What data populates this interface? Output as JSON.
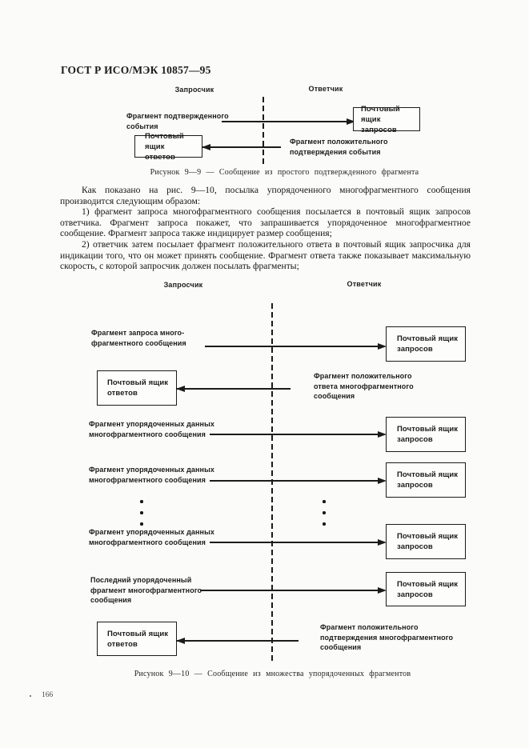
{
  "page": {
    "header": "ГОСТ Р ИСО/МЭК 10857—95",
    "page_number": "166",
    "ink_color": "#1b1b1b",
    "paper_color": "#fbfbf9"
  },
  "figure_9_9": {
    "requester_header": "Запросчик",
    "responder_header": "Ответчик",
    "confirmed_event_label": "Фрагмент подтвержденного\nсобытия",
    "request_mailbox_box": "Почтовый ящик\nзапросов",
    "reply_mailbox_box": "Почтовый ящик\nответов",
    "positive_ack_label": "Фрагмент положительного\nподтверждения события",
    "caption": "Рисунок 9—9 — Сообщение из простого подтвержденного фрагмента"
  },
  "body_text": {
    "paragraph_1": "Как показано на рис. 9—10, посылка упорядоченного многофрагментного сообщения производится следующим образом:",
    "paragraph_2": "1) фрагмент запроса многофрагментного сообщения посылается в почтовый ящик запросов ответчика. Фрагмент запроса покажет, что запрашивается упорядоченное многофрагментное сообщение. Фрагмент запроса также индицирует размер сообщения;",
    "paragraph_3": "2) ответчик затем посылает фрагмент положительного ответа в почтовый ящик запросчика для индикации того, что он может принять сообщение. Фрагмент ответа также показывает максимальную скорость, с которой запросчик должен посылать фрагменты;"
  },
  "figure_9_10": {
    "requester_header": "Запросчик",
    "responder_header": "Ответчик",
    "rows": [
      {
        "left_label": "Фрагмент запроса много-\nфрагментного сообщения",
        "box": "Почтовый ящик\nзапросов"
      },
      {
        "box": "Почтовый ящик\nответов",
        "right_label": "Фрагмент положительного\nответа многофрагментного\nсообщения"
      },
      {
        "left_label": "Фрагмент упорядоченных данных\nмногофрагментного сообщения",
        "box": "Почтовый ящик\nзапросов"
      },
      {
        "left_label": "Фрагмент упорядоченных данных\nмногофрагментного сообщения",
        "box": "Почтовый ящик\nзапросов"
      },
      {
        "left_label": "Фрагмент упорядоченных данных\nмногофрагментного сообщения",
        "box": "Почтовый ящик\nзапросов"
      },
      {
        "left_label": "Последний упорядоченный\nфрагмент многофрагментного\nсообщения",
        "box": "Почтовый ящик\nзапросов"
      },
      {
        "box": "Почтовый ящик\nответов",
        "right_label": "Фрагмент положительного\nподтверждения многофрагментного\nсообщения"
      }
    ],
    "caption": "Рисунок 9—10 — Сообщение из множества упорядоченных фрагментов"
  }
}
